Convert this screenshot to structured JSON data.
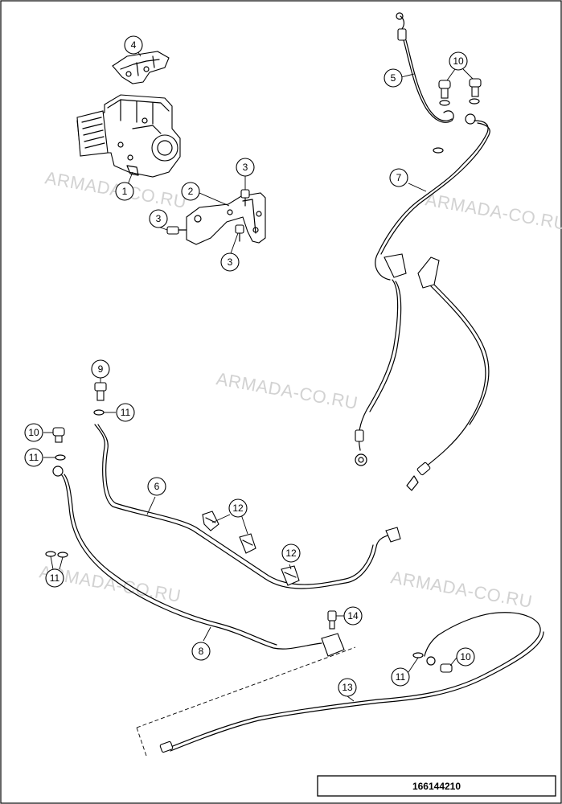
{
  "watermark": "ARMADA-CO.RU",
  "reference_code": "166144210",
  "callouts": [
    {
      "id": "c-4",
      "label": "4"
    },
    {
      "id": "c-1",
      "label": "1"
    },
    {
      "id": "c-2",
      "label": "2"
    },
    {
      "id": "c-3a",
      "label": "3"
    },
    {
      "id": "c-3b",
      "label": "3"
    },
    {
      "id": "c-3c",
      "label": "3"
    },
    {
      "id": "c-5",
      "label": "5"
    },
    {
      "id": "c-10a",
      "label": "10"
    },
    {
      "id": "c-7",
      "label": "7"
    },
    {
      "id": "c-9",
      "label": "9"
    },
    {
      "id": "c-11a",
      "label": "11"
    },
    {
      "id": "c-10b",
      "label": "10"
    },
    {
      "id": "c-11b",
      "label": "11"
    },
    {
      "id": "c-6",
      "label": "6"
    },
    {
      "id": "c-12a",
      "label": "12"
    },
    {
      "id": "c-12b",
      "label": "12"
    },
    {
      "id": "c-11c",
      "label": "11"
    },
    {
      "id": "c-14",
      "label": "14"
    },
    {
      "id": "c-8",
      "label": "8"
    },
    {
      "id": "c-11d",
      "label": "11"
    },
    {
      "id": "c-10c",
      "label": "10"
    },
    {
      "id": "c-13",
      "label": "13"
    }
  ]
}
